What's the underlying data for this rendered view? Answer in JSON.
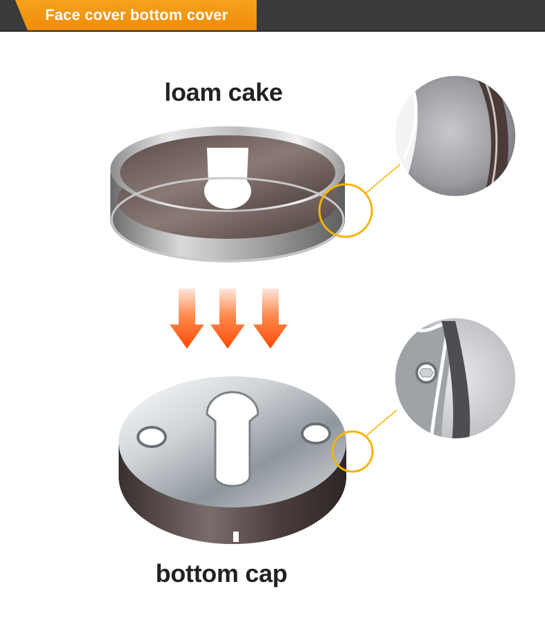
{
  "header": {
    "title": "Face cover bottom cover"
  },
  "parts": {
    "top_label": "loam cake",
    "bottom_label": "bottom cap"
  },
  "colors": {
    "header_bar": "#3a3a3a",
    "header_tag": "#f39a15",
    "highlight_ring": "#f5b400",
    "arrow_top": "#ffd9c8",
    "arrow_bottom": "#ff4a05"
  },
  "icons": {
    "arrows": [
      "down-arrow-icon",
      "down-arrow-icon",
      "down-arrow-icon"
    ]
  }
}
